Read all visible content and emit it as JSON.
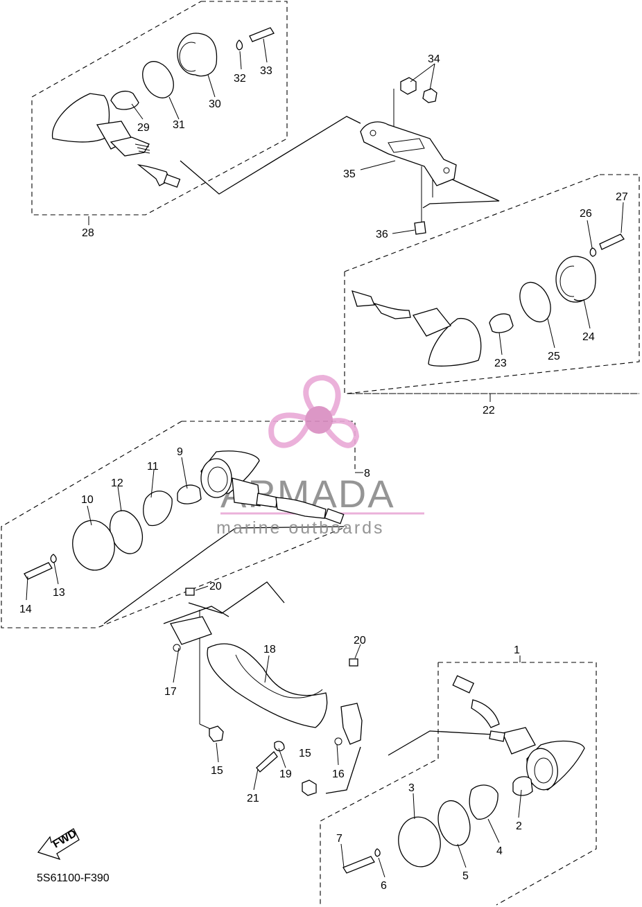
{
  "diagram": {
    "drawing_code": "5S61100-F390",
    "fwd_label": "FWD",
    "callouts": [
      "1",
      "2",
      "3",
      "4",
      "5",
      "6",
      "7",
      "8",
      "9",
      "10",
      "11",
      "12",
      "13",
      "14",
      "15",
      "15",
      "16",
      "17",
      "18",
      "19",
      "20",
      "20",
      "21",
      "22",
      "23",
      "24",
      "25",
      "26",
      "27",
      "28",
      "29",
      "30",
      "31",
      "32",
      "33",
      "34",
      "35",
      "36"
    ]
  },
  "watermark": {
    "brand": "ARMADA",
    "tagline": "marine outboards",
    "accent_color": "#e9a9d6",
    "accent_dark": "#c96aa8"
  }
}
